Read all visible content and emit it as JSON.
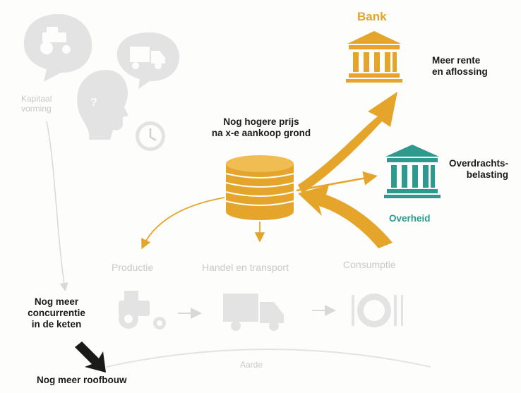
{
  "labels": {
    "bank": "Bank",
    "bank_note_line1": "Meer rente",
    "bank_note_line2": "en aflossing",
    "tax_line1": "Overdrachts-",
    "tax_line2": "belasting",
    "government": "Overheid",
    "price_line1": "Nog hogere prijs",
    "price_line2": "na x-e aankoop grond",
    "capital_line1": "Kapitaal",
    "capital_line2": "vorming",
    "production": "Productie",
    "trade": "Handel en transport",
    "consumption": "Consumptie",
    "competition_line1": "Nog meer",
    "competition_line2": "concurrentie",
    "competition_line3": "in de keten",
    "earth": "Aarde",
    "exploitation": "Nog meer roofbouw"
  },
  "colors": {
    "gold": "#e5a52a",
    "teal": "#2e9a8e",
    "faded_icon": "#e3e3e3",
    "faded_text": "#c9c9c9",
    "dark_text": "#1a1a1a"
  },
  "icons": [
    "tractor-icon",
    "truck-icon",
    "head-icon",
    "clock-icon",
    "bank-building-icon",
    "government-building-icon",
    "coin-stack-icon",
    "plate-icon"
  ]
}
